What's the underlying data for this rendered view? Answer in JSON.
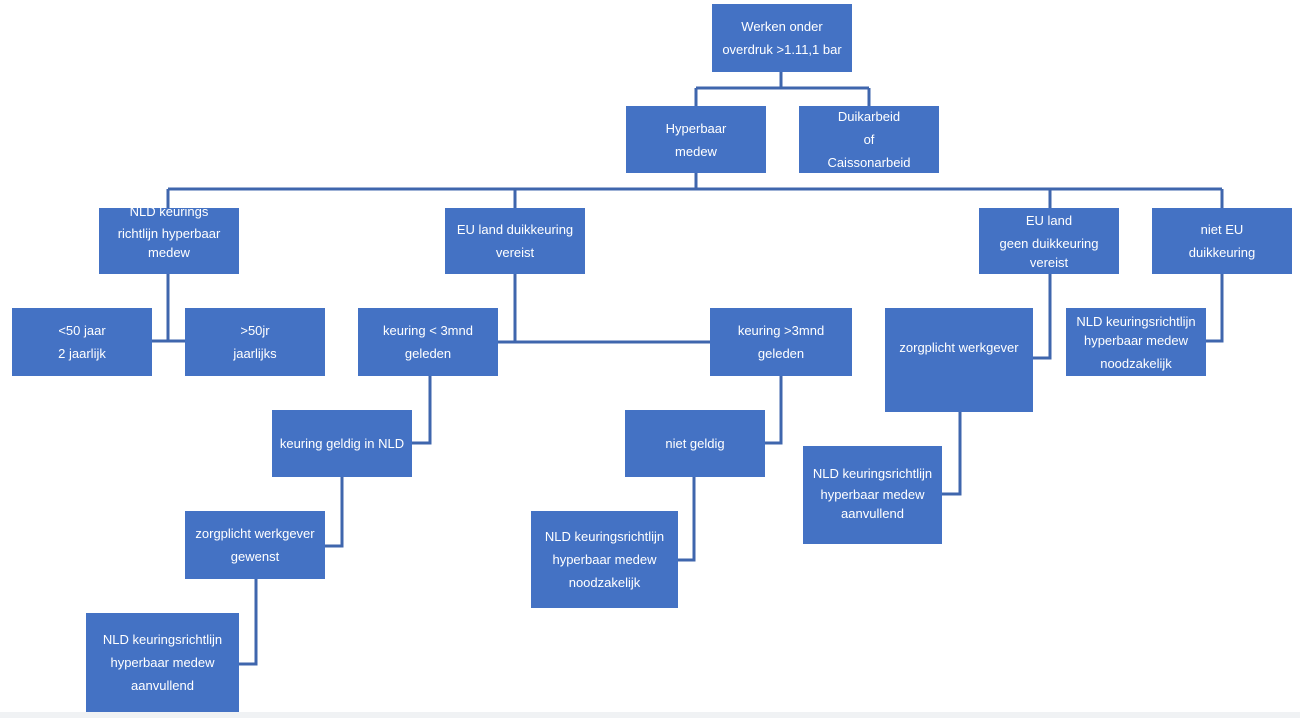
{
  "nodes": {
    "root": [
      "Werken onder",
      "overdruk >1.11,1 bar"
    ],
    "hyperbaar": [
      "Hyperbaar",
      "medew"
    ],
    "duikarbeid": [
      "Duikarbeid",
      "of",
      "Caissonarbeid"
    ],
    "nld_keurings": [
      "NLD keurings",
      "richtlijn hyperbaar",
      "medew"
    ],
    "eu_duikkeuring": [
      "EU  land duikkeuring",
      "vereist"
    ],
    "eu_geen": [
      "EU land",
      "geen duikkeuring",
      "vereist"
    ],
    "niet_eu": [
      "niet EU",
      "duikkeuring"
    ],
    "lt50": [
      "<50 jaar",
      "2 jaarlijk"
    ],
    "gt50": [
      ">50jr",
      "jaarlijks"
    ],
    "keuring_lt3": [
      "keuring < 3mnd",
      "geleden"
    ],
    "keuring_gt3": [
      "keuring >3mnd",
      "geleden"
    ],
    "zorgplicht_right": [
      "zorgplicht werkgever"
    ],
    "nld_noodzakelijk_right": [
      "NLD keuringsrichtlijn",
      "hyperbaar medew",
      "noodzakelijk"
    ],
    "keuring_geldig": [
      "keuring geldig in NLD"
    ],
    "niet_geldig": [
      "niet geldig"
    ],
    "nld_aanvullend_right": [
      "NLD keuringsrichtlijn",
      "hyperbaar medew",
      "aanvullend"
    ],
    "zorgplicht_gewenst": [
      "zorgplicht werkgever",
      "gewenst"
    ],
    "nld_noodzakelijk_mid": [
      "NLD keuringsrichtlijn",
      "hyperbaar medew",
      "noodzakelijk"
    ],
    "nld_aanvullend_left": [
      "NLD keuringsrichtlijn",
      "hyperbaar medew",
      "aanvullend"
    ]
  },
  "colors": {
    "node_fill": "#4472c4",
    "connector": "#3f66ad",
    "text": "#ffffff"
  }
}
